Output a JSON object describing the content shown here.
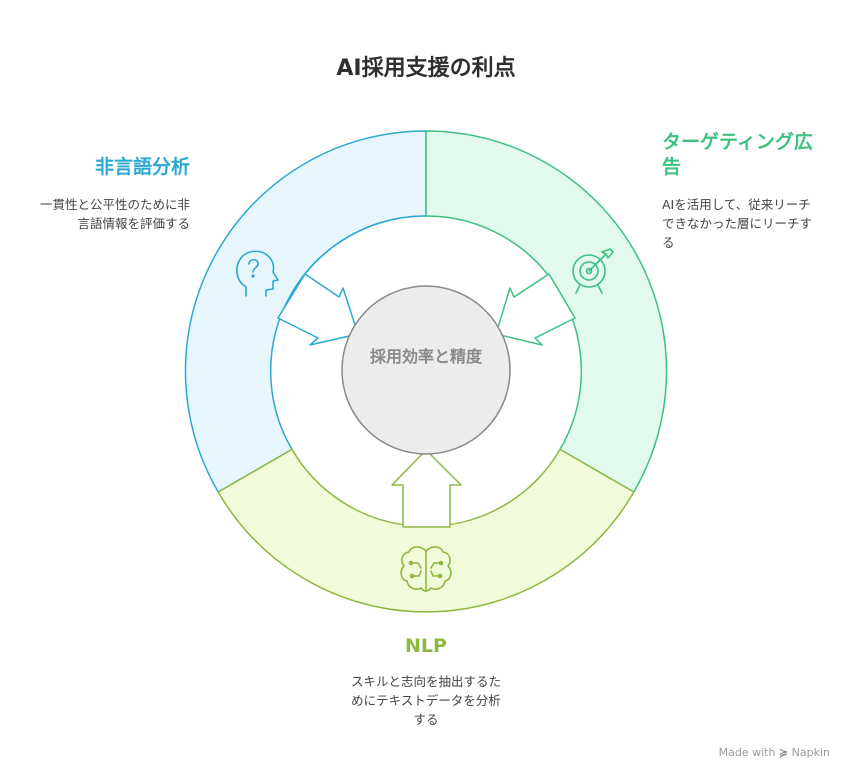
{
  "title": "AI採用支援の利点",
  "center": {
    "label": "採用効率と精度"
  },
  "segments": [
    {
      "id": "nonverbal",
      "heading": "非言語分析",
      "description": "一貫性と公平性のために非言語情報を評価する",
      "icon": "head-question-icon",
      "color": "#2ba8d4",
      "fill": "#e7f6fc"
    },
    {
      "id": "targeting",
      "heading": "ターゲティング広告",
      "description": "AIを活用して、従来リーチできなかった層にリーチする",
      "icon": "target-icon",
      "color": "#3cc17f",
      "fill": "#e2f9ee"
    },
    {
      "id": "nlp",
      "heading": "NLP",
      "description": "スキルと志向を抽出するためにテキストデータを分析する",
      "icon": "brain-icon",
      "color": "#8cb840",
      "fill": "#f1fbd9"
    }
  ],
  "footer": {
    "made_with": "Made with",
    "brand": "Napkin"
  }
}
